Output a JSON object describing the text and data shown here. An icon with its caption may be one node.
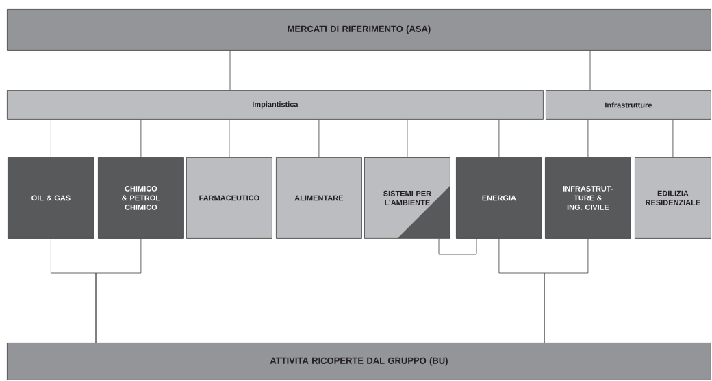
{
  "diagram": {
    "nodes": [
      {
        "text": [
          "MERCATI DI RIFERIMENTO (ASA)"
        ]
      },
      {
        "text": [
          "Impiantistica"
        ]
      },
      {
        "text": [
          "Infrastrutture"
        ]
      },
      {
        "text": [
          "OIL & GAS"
        ]
      },
      {
        "text": [
          "CHIMICO & PETROL CHIMICO"
        ]
      },
      {
        "text": [
          "FARMACEUTICO"
        ]
      },
      {
        "text": [
          "ALIMENTARE"
        ]
      },
      {
        "text": [
          "SISTEMI PER L’AMBIENTE"
        ]
      },
      {
        "text": [
          "ENERGIA"
        ]
      },
      {
        "text": [
          "INFRASTRUT- TURE & ING. CIVILE"
        ]
      },
      {
        "text": [
          "EDILIZIA RESIDENZIALE"
        ]
      },
      {
        "text": [
          "ATTIVITA RICOPERTE DAL GRUPPO (BU)"
        ]
      }
    ],
    "edges": [
      {
        "from": 0,
        "to": 1,
        "arrow": "none"
      },
      {
        "from": 0,
        "to": 2,
        "arrow": "none"
      },
      {
        "from": 1,
        "to": 3,
        "arrow": "none"
      },
      {
        "from": 1,
        "to": 4,
        "arrow": "none"
      },
      {
        "from": 1,
        "to": 5,
        "arrow": "none"
      },
      {
        "from": 1,
        "to": 6,
        "arrow": "none"
      },
      {
        "from": 1,
        "to": 7,
        "arrow": "none"
      },
      {
        "from": 1,
        "to": 8,
        "arrow": "none"
      },
      {
        "from": 2,
        "to": 9,
        "arrow": "none"
      },
      {
        "from": 2,
        "to": 10,
        "arrow": "none"
      },
      {
        "from": 3,
        "to": 11,
        "arrow": "none"
      },
      {
        "from": 4,
        "to": 11,
        "arrow": "none"
      },
      {
        "from": 7,
        "to": 8,
        "arrow": "none"
      },
      {
        "from": 8,
        "to": 11,
        "arrow": "none"
      },
      {
        "from": 9,
        "to": 11,
        "arrow": "none"
      }
    ]
  }
}
